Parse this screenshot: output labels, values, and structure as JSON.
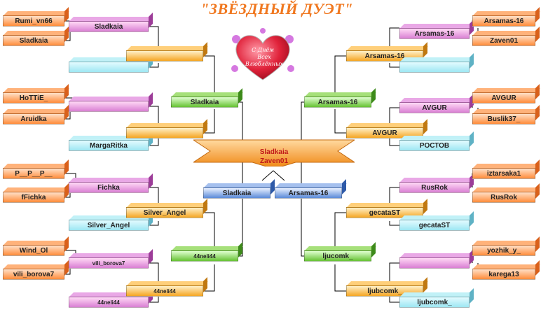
{
  "title": "\"ЗВЁЗДНЫЙ ДУЭТ\"",
  "heart_text": [
    "С Днём",
    "Всех",
    "Влюблённых"
  ],
  "winner": {
    "line1": "Sladkaia",
    "line2": "Zaven01"
  },
  "slots": [
    {
      "id": "L1",
      "label": "Rumi_vn66",
      "style": "orange"
    },
    {
      "id": "L2",
      "label": "Sladkaia",
      "style": "orange"
    },
    {
      "id": "L3",
      "label": "HoTTiE_",
      "style": "orange"
    },
    {
      "id": "L4",
      "label": "Aruidka",
      "style": "orange"
    },
    {
      "id": "L5",
      "label": "P__P__P__",
      "style": "orange"
    },
    {
      "id": "L6",
      "label": "fFichka",
      "style": "orange"
    },
    {
      "id": "L7",
      "label": "Wind_Ol",
      "style": "orange"
    },
    {
      "id": "L8",
      "label": "vili_borova7",
      "style": "orange"
    },
    {
      "id": "LM1",
      "label": "Sladkaia",
      "style": "pink"
    },
    {
      "id": "LM2",
      "label": "",
      "style": "cyan"
    },
    {
      "id": "LM3",
      "label": "",
      "style": "pink"
    },
    {
      "id": "LM4",
      "label": "MargaRitka",
      "style": "cyan"
    },
    {
      "id": "LM5",
      "label": "Fichka",
      "style": "pink"
    },
    {
      "id": "LM6",
      "label": "Silver_Angel",
      "style": "cyan"
    },
    {
      "id": "LM7",
      "label": "vili_borova7",
      "style": "pink",
      "small": true
    },
    {
      "id": "LM8",
      "label": "44neli44",
      "style": "pink",
      "small": true
    },
    {
      "id": "LQ1",
      "label": "",
      "style": "gold"
    },
    {
      "id": "LQ2",
      "label": "",
      "style": "gold"
    },
    {
      "id": "LQ3",
      "label": "Silver_Angel",
      "style": "gold"
    },
    {
      "id": "LQ4",
      "label": "44neli44",
      "style": "gold",
      "small": true
    },
    {
      "id": "LS1",
      "label": "Sladkaia",
      "style": "green"
    },
    {
      "id": "LS2",
      "label": "44neli44",
      "style": "green",
      "small": true
    },
    {
      "id": "FL",
      "label": "Sladkaia",
      "style": "blue"
    },
    {
      "id": "FR",
      "label": "Arsamas-16",
      "style": "blue"
    },
    {
      "id": "RS1",
      "label": "Arsamas-16",
      "style": "green"
    },
    {
      "id": "RS2",
      "label": "ljucomk_",
      "style": "green"
    },
    {
      "id": "RQ1",
      "label": "Arsamas-16",
      "style": "gold"
    },
    {
      "id": "RQ2",
      "label": "AVGUR",
      "style": "gold"
    },
    {
      "id": "RQ3",
      "label": "gecataST",
      "style": "gold"
    },
    {
      "id": "RQ4",
      "label": "ljubcomk_",
      "style": "gold"
    },
    {
      "id": "RM1",
      "label": "Arsamas-16",
      "style": "pink"
    },
    {
      "id": "RM2",
      "label": "",
      "style": "cyan"
    },
    {
      "id": "RM3",
      "label": "AVGUR",
      "style": "pink"
    },
    {
      "id": "RM4",
      "label": "РОСТОВ",
      "style": "cyan"
    },
    {
      "id": "RM5",
      "label": "RusRok",
      "style": "pink"
    },
    {
      "id": "RM6",
      "label": "gecataST",
      "style": "cyan"
    },
    {
      "id": "RM7",
      "label": "",
      "style": "pink"
    },
    {
      "id": "RM8",
      "label": "ljubcomk_",
      "style": "cyan"
    },
    {
      "id": "R1",
      "label": "Arsamas-16",
      "style": "orange"
    },
    {
      "id": "R2",
      "label": "Zaven01",
      "style": "orange"
    },
    {
      "id": "R3",
      "label": "AVGUR",
      "style": "orange"
    },
    {
      "id": "R4",
      "label": "Buslik37_",
      "style": "orange"
    },
    {
      "id": "R5",
      "label": "iztarsaka1",
      "style": "orange"
    },
    {
      "id": "R6",
      "label": "RusRok",
      "style": "orange"
    },
    {
      "id": "R7",
      "label": "yozhik_y_",
      "style": "orange"
    },
    {
      "id": "R8",
      "label": "karega13",
      "style": "orange"
    }
  ]
}
